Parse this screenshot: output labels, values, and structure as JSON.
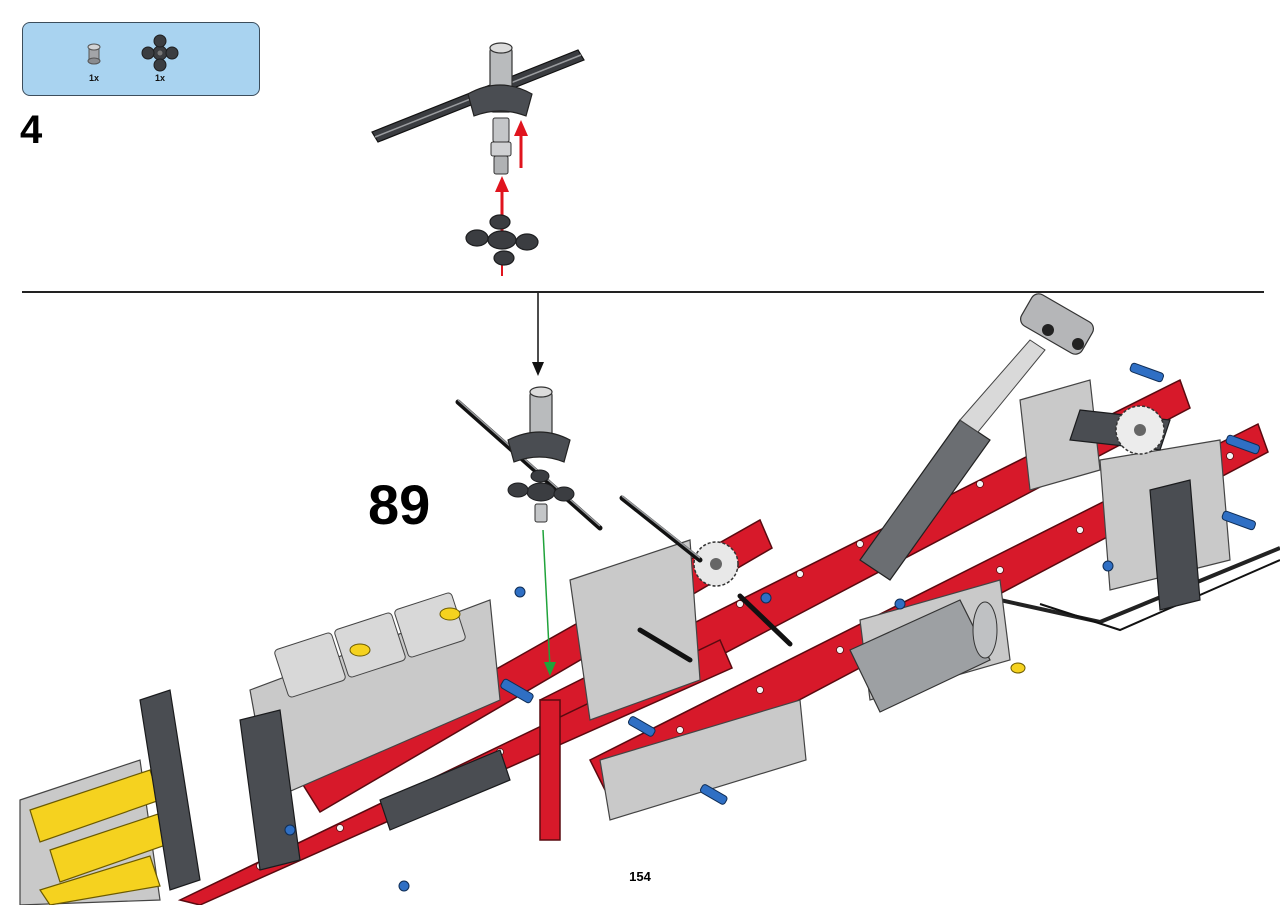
{
  "parts_list": {
    "items": [
      {
        "name": "bushing-part",
        "qty": "1x"
      },
      {
        "name": "cross-hub-part",
        "qty": "1x"
      }
    ]
  },
  "substep": {
    "number": "4"
  },
  "step": {
    "number": "89"
  },
  "page": {
    "number": "154"
  },
  "colors": {
    "parts_box_bg": "#a9d3f0",
    "frame_red": "#d7192a",
    "dark_gray": "#4a4d52",
    "light_gray": "#c9c9c9",
    "yellow": "#f5d21f",
    "blue": "#2f6fc4",
    "arrow_red": "#e0141e",
    "guide_green": "#1fa33a"
  }
}
